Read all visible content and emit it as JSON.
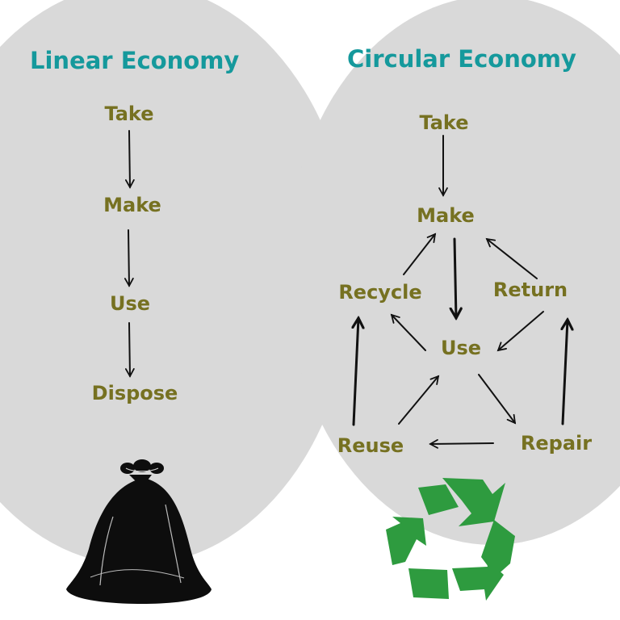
{
  "linear": {
    "title": "Linear Economy",
    "steps": [
      "Take",
      "Make",
      "Use",
      "Dispose"
    ]
  },
  "circular": {
    "title": "Circular Economy",
    "nodes": {
      "take": "Take",
      "make": "Make",
      "recycle": "Recycle",
      "return": "Return",
      "use": "Use",
      "reuse": "Reuse",
      "repair": "Repair"
    }
  },
  "icons": {
    "linear": "trash-bag-icon",
    "circular": "recycle-icon"
  },
  "colors": {
    "title": "#15999c",
    "label": "#767121",
    "circle_fill": "#d9d9d9",
    "bag": "#0d0d0d",
    "recycle": "#2e9b3f"
  }
}
